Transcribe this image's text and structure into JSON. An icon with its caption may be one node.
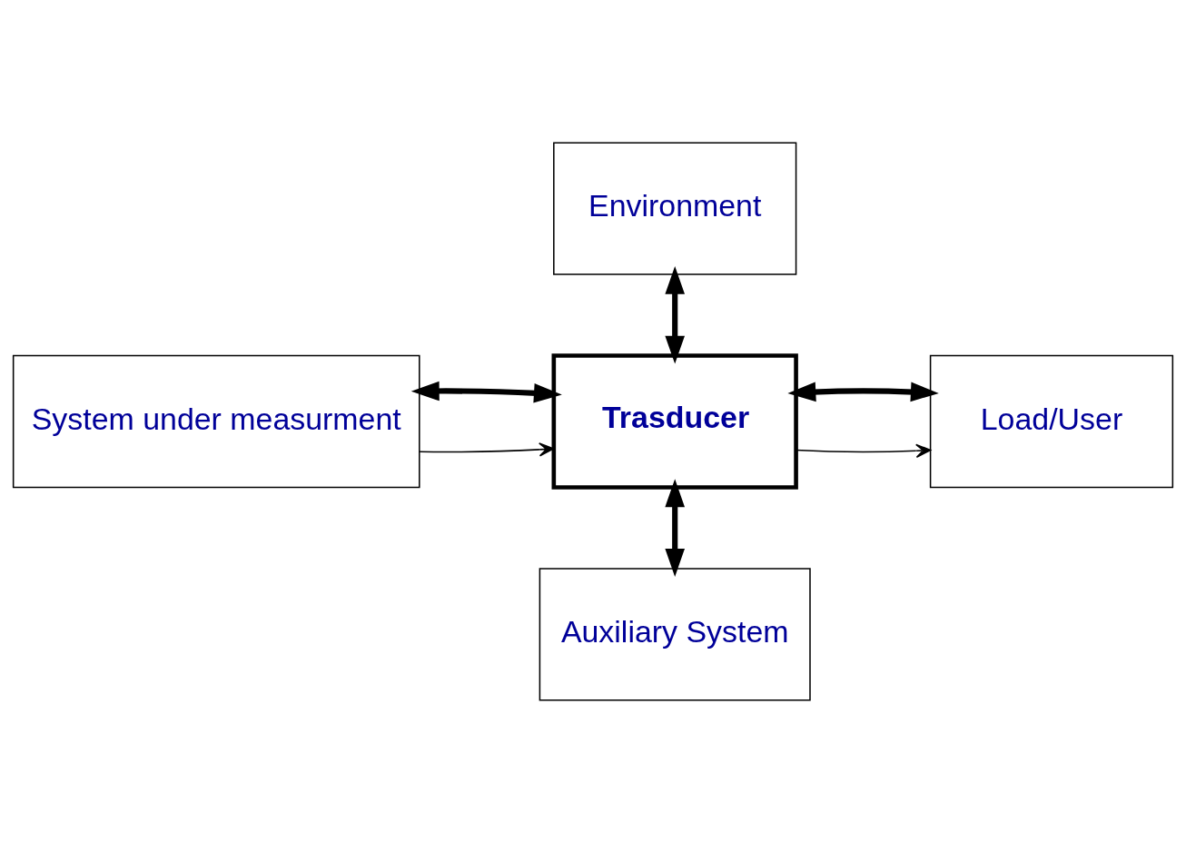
{
  "diagram": {
    "nodes": [
      {
        "text": [
          "Environment"
        ]
      },
      {
        "text": [
          "System under measurment"
        ]
      },
      {
        "text": [
          "Trasducer"
        ]
      },
      {
        "text": [
          "Load/User"
        ]
      },
      {
        "text": [
          "Auxiliary System"
        ]
      }
    ],
    "edges": [
      {
        "from": 1,
        "to": 2,
        "arrow": "to"
      },
      {
        "from": 1,
        "to": 2,
        "arrow": "both"
      },
      {
        "from": 0,
        "to": 2,
        "arrow": "both"
      },
      {
        "from": 2,
        "to": 3,
        "arrow": "to"
      },
      {
        "from": 2,
        "to": 3,
        "arrow": "both"
      },
      {
        "from": 2,
        "to": 4,
        "arrow": "both"
      }
    ]
  }
}
